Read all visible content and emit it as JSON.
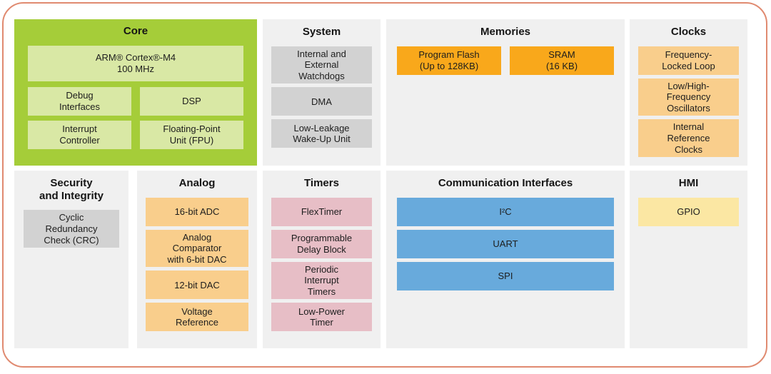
{
  "sections": {
    "core": {
      "title": "Core",
      "blocks": [
        "ARM® Cortex®-M4\n100 MHz",
        "Debug\nInterfaces",
        "DSP",
        "Interrupt\nController",
        "Floating-Point\nUnit (FPU)"
      ]
    },
    "system": {
      "title": "System",
      "blocks": [
        "Internal and\nExternal\nWatchdogs",
        "DMA",
        "Low-Leakage\nWake-Up Unit"
      ]
    },
    "memories": {
      "title": "Memories",
      "blocks": [
        "Program Flash\n(Up to 128KB)",
        "SRAM\n(16 KB)"
      ]
    },
    "clocks": {
      "title": "Clocks",
      "blocks": [
        "Frequency-\nLocked Loop",
        "Low/High-\nFrequency\nOscillators",
        "Internal\nReference\nClocks"
      ]
    },
    "security": {
      "title": "Security\nand Integrity",
      "blocks": [
        "Cyclic\nRedundancy\nCheck (CRC)"
      ]
    },
    "analog": {
      "title": "Analog",
      "blocks": [
        "16-bit ADC",
        "Analog\nComparator\nwith 6-bit DAC",
        "12-bit DAC",
        "Voltage\nReference"
      ]
    },
    "timers": {
      "title": "Timers",
      "blocks": [
        "FlexTimer",
        "Programmable\nDelay Block",
        "Periodic\nInterrupt\nTimers",
        "Low-Power\nTimer"
      ]
    },
    "communication": {
      "title": "Communication Interfaces",
      "blocks": [
        "I²C",
        "UART",
        "SPI"
      ]
    },
    "hmi": {
      "title": "HMI",
      "blocks": [
        "GPIO"
      ]
    }
  },
  "colors": {
    "frame_border": "#e08a70",
    "section_bg": "#f0f0f0",
    "core_bg": "#a5cd39",
    "core_block": "#d9e8a5",
    "gray_block": "#d2d2d2",
    "orange_block": "#f9a81b",
    "light_orange_block": "#f9ce8c",
    "pink_block": "#e7bec6",
    "blue_block": "#68aadc",
    "yellow_block": "#fbe7a3",
    "text": "#1d1d1d"
  }
}
